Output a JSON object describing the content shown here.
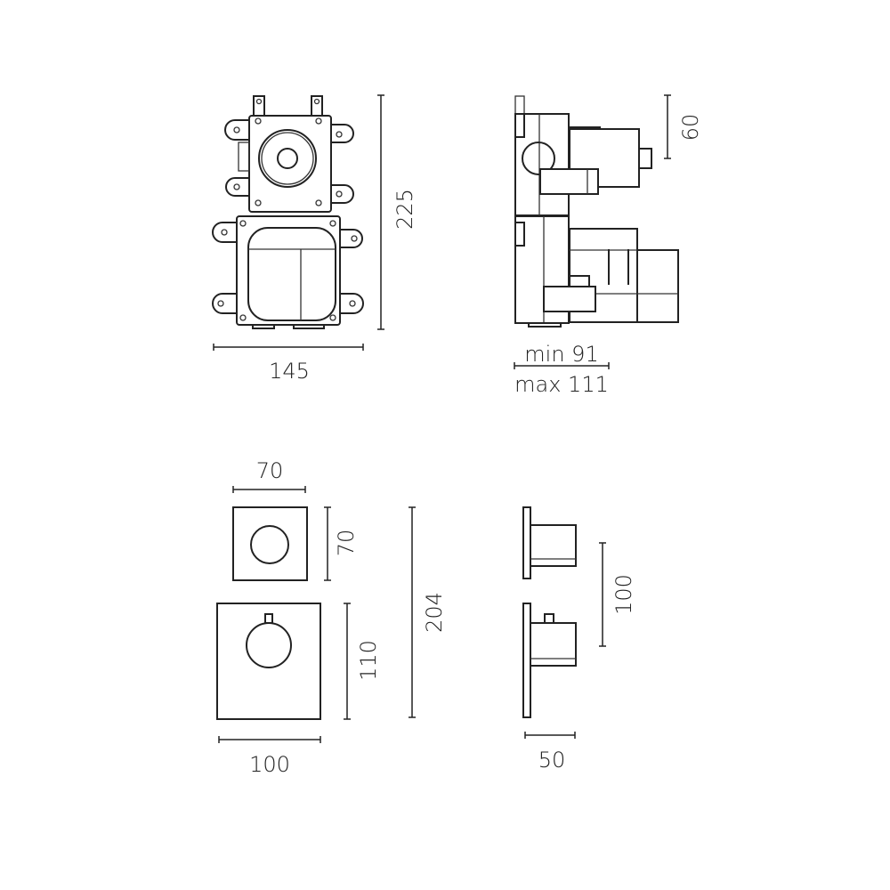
{
  "dimensions": {
    "front_width": "145",
    "front_height": "225",
    "side_top_depth": "60",
    "side_min": "min 91",
    "side_max": "max 111",
    "small_plate_width": "70",
    "small_plate_height": "70",
    "total_height": "204",
    "large_plate_height": "110",
    "large_plate_width": "100",
    "knob_spacing": "100",
    "projection": "50"
  }
}
